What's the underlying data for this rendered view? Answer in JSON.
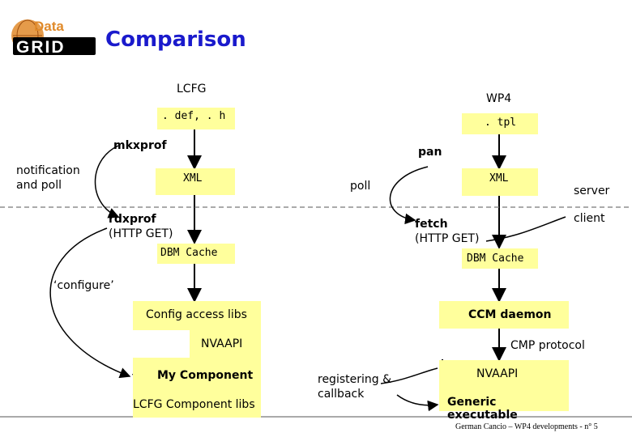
{
  "header": {
    "logo_text_top": "Data",
    "logo_text_bottom": "GRID",
    "title": "Comparison"
  },
  "columns": {
    "left_title": "LCFG",
    "right_title": "WP4"
  },
  "left": {
    "def_h": ". def,  . h",
    "mkxprof": "mkxprof",
    "xml": "XML",
    "rdxprof_line1": "rdxprof",
    "rdxprof_line2": "(HTTP GET)",
    "dbm_cache": "DBM Cache",
    "notification_line1": "notification",
    "notification_line2": "and poll",
    "configure": "‘configure’",
    "config_access_libs": "Config access libs",
    "nvaapi": "NVAAPI",
    "my_component": "My Component",
    "lcfg_component_libs": "LCFG Component libs"
  },
  "right": {
    "tpl": ". tpl",
    "pan": "pan",
    "poll": "poll",
    "xml": "XML",
    "server": "server",
    "client": "client",
    "fetch_line1": "fetch",
    "fetch_line2": "(HTTP GET)",
    "dbm_cache": "DBM Cache",
    "ccm_daemon": "CCM daemon",
    "cmp_protocol": "CMP protocol",
    "nvaapi": "NVAAPI",
    "generic_executable": "Generic executable",
    "registering_line1": "registering &",
    "registering_line2": "callback"
  },
  "footer": {
    "credit": "German Cancio – WP4 developments - n° 5"
  },
  "colors": {
    "box_fill": "#ffff9c",
    "title_blue": "#1a1acc",
    "logo_orange": "#e08a2a"
  }
}
